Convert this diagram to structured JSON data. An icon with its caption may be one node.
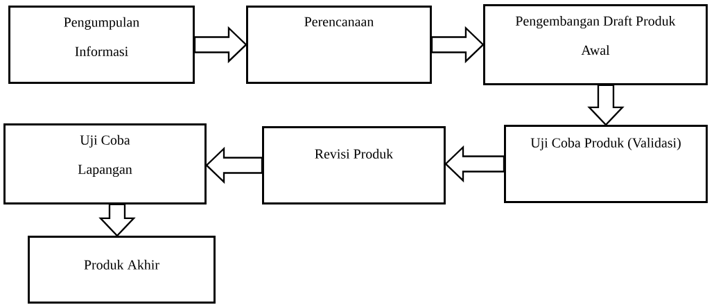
{
  "diagram": {
    "nodes": [
      {
        "text": [
          "Pengumpulan Informasi"
        ]
      },
      {
        "text": [
          "Perencanaan"
        ]
      },
      {
        "text": [
          "Pengembangan Draft Produk Awal"
        ]
      },
      {
        "text": [
          "Uji Coba Produk (Validasi)"
        ]
      },
      {
        "text": [
          "Revisi Produk"
        ]
      },
      {
        "text": [
          "Uji Coba Lapangan"
        ]
      },
      {
        "text": [
          "Produk Akhir"
        ]
      }
    ],
    "edges": [
      {
        "from": 0,
        "to": 1,
        "arrow": "to"
      },
      {
        "from": 1,
        "to": 2,
        "arrow": "to"
      },
      {
        "from": 2,
        "to": 3,
        "arrow": "to"
      },
      {
        "from": 3,
        "to": 4,
        "arrow": "to"
      },
      {
        "from": 4,
        "to": 5,
        "arrow": "to"
      },
      {
        "from": 5,
        "to": 6,
        "arrow": "to"
      }
    ]
  }
}
